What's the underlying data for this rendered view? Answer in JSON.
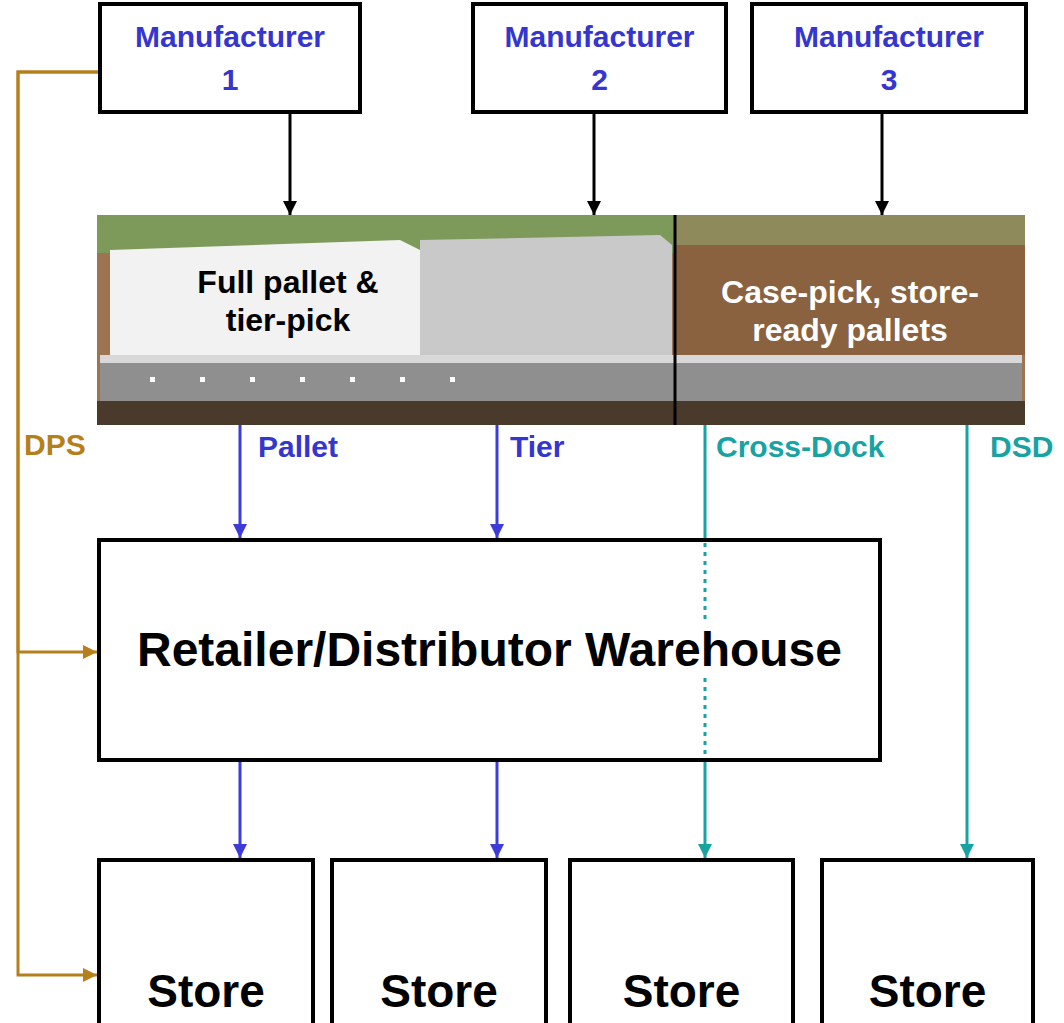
{
  "diagram": {
    "nodes": [
      {
        "text": [
          "Manufacturer 1"
        ]
      },
      {
        "text": [
          "Manufacturer 2"
        ]
      },
      {
        "text": [
          "Manufacturer 3"
        ]
      },
      {
        "text": [
          "Full pallet & tier-pick"
        ]
      },
      {
        "text": [
          "Case-pick, store-ready pallets"
        ]
      },
      {
        "text": [
          "Retailer/Distributor Warehouse"
        ]
      },
      {
        "text": [
          "Store"
        ]
      },
      {
        "text": [
          "Store"
        ]
      },
      {
        "text": [
          "Store"
        ]
      },
      {
        "text": [
          "Store"
        ]
      }
    ],
    "edges": [
      {
        "from": 0,
        "to": 3,
        "arrow": "to"
      },
      {
        "from": 1,
        "to": 3,
        "arrow": "to"
      },
      {
        "from": 2,
        "to": 4,
        "arrow": "to"
      },
      {
        "from": 0,
        "to": 5,
        "label": "DPS",
        "arrow": "to"
      },
      {
        "from": 0,
        "to": 6,
        "arrow": "to"
      },
      {
        "from": 3,
        "to": 5,
        "label": "Pallet",
        "arrow": "to"
      },
      {
        "from": 3,
        "to": 5,
        "label": "Tier",
        "arrow": "to"
      },
      {
        "from": 4,
        "to": 8,
        "label": "Cross-Dock",
        "arrow": "to"
      },
      {
        "from": 4,
        "to": 9,
        "label": "DSD",
        "arrow": "to"
      },
      {
        "from": 5,
        "to": 6,
        "arrow": "to"
      },
      {
        "from": 5,
        "to": 7,
        "arrow": "to"
      }
    ]
  }
}
